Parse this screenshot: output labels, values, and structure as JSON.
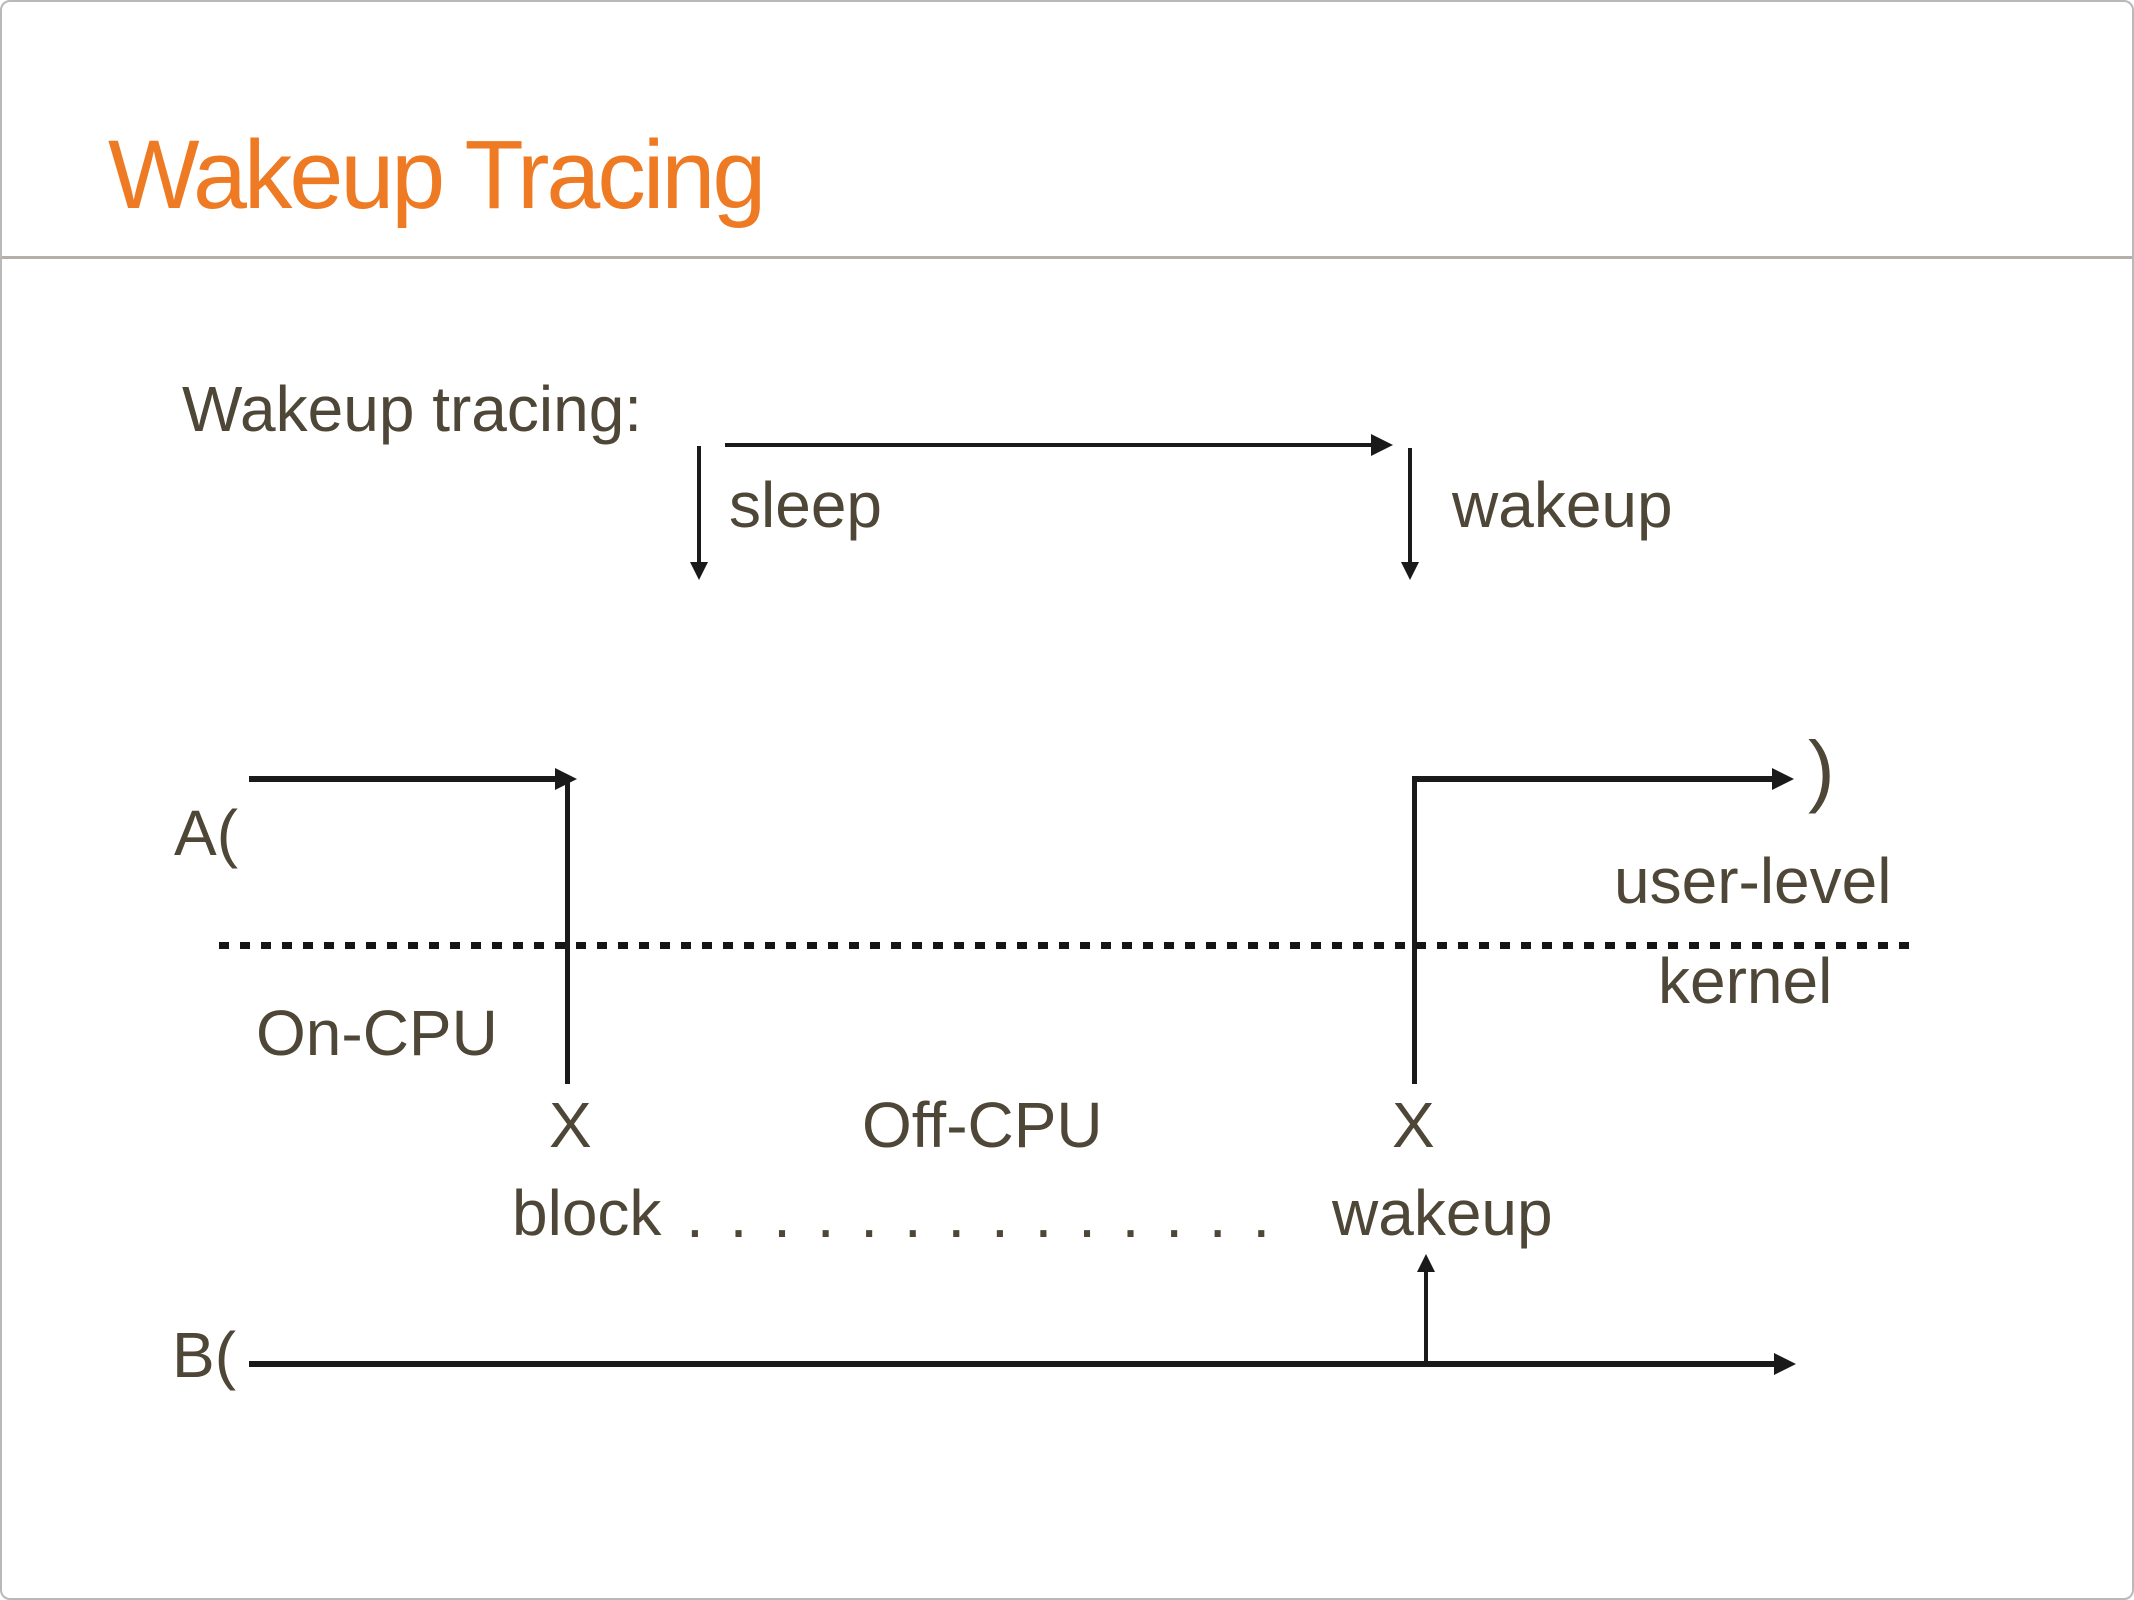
{
  "slide": {
    "title": "Wakeup Tracing"
  },
  "colors": {
    "title_accent": "#EE7A23",
    "body_text": "#4E4636",
    "diagram_line": "#1A1A1A",
    "divider": "#B5AFA7"
  },
  "intro": {
    "heading": "Wakeup tracing:",
    "sleep_label": "sleep",
    "wakeup_label": "wakeup"
  },
  "timeline": {
    "thread_a_open": "A(",
    "thread_a_close": ")",
    "thread_b_open": "B(",
    "user_level": "user-level",
    "kernel": "kernel",
    "on_cpu": "On-CPU",
    "off_cpu": "Off-CPU",
    "block_marker": "X",
    "wakeup_marker": "X",
    "block_label": "block",
    "leader_dots": ". . . . . . . . . . . . . .",
    "wakeup_label": "wakeup"
  }
}
